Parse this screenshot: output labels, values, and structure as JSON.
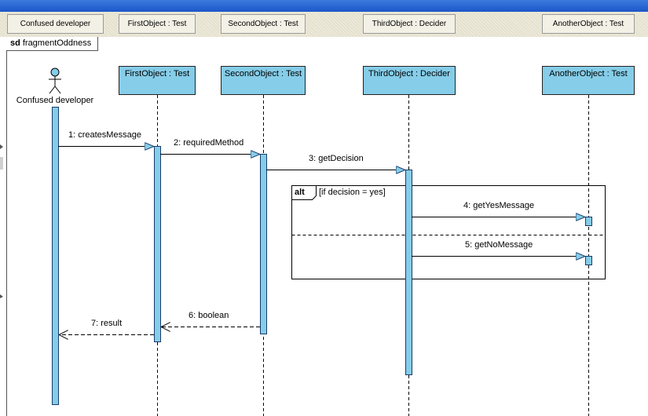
{
  "header": {
    "columns": [
      "Confused developer",
      "FirstObject : Test",
      "SecondObject : Test",
      "ThirdObject : Decider",
      "AnotherObject : Test"
    ]
  },
  "diagram": {
    "frame_keyword": "sd",
    "frame_name": "fragmentOddness",
    "actor": {
      "name": "Confused developer"
    },
    "lifelines": [
      {
        "label": "FirstObject : Test"
      },
      {
        "label": "SecondObject : Test"
      },
      {
        "label": "ThirdObject : Decider"
      },
      {
        "label": "AnotherObject : Test"
      }
    ],
    "messages": [
      {
        "label": "1: createsMessage",
        "kind": "sync"
      },
      {
        "label": "2: requiredMethod",
        "kind": "sync"
      },
      {
        "label": "3: getDecision",
        "kind": "sync"
      },
      {
        "label": "4: getYesMessage",
        "kind": "sync"
      },
      {
        "label": "5: getNoMessage",
        "kind": "sync"
      },
      {
        "label": "6: boolean",
        "kind": "return"
      },
      {
        "label": "7: result",
        "kind": "return"
      }
    ],
    "fragment": {
      "operator": "alt",
      "guard": "[if decision = yes]"
    }
  },
  "colors": {
    "lifeline_fill": "#85cde8",
    "activation_fill": "#85cde8",
    "title_bar": "#2563d6",
    "header_strip": "#ece9d8"
  }
}
